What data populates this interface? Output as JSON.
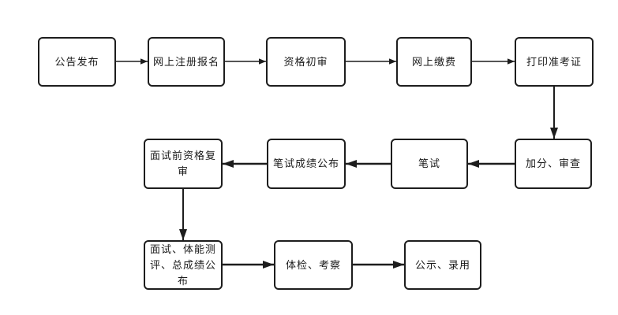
{
  "colors": {
    "background": "#ffffff",
    "line": "#1d1d1d",
    "text": "#1a1a1a",
    "node_fill": "#ffffff"
  },
  "flowchart": {
    "title": "",
    "nodes": [
      {
        "id": "announcement",
        "label": "公告发布"
      },
      {
        "id": "online-registration",
        "label": "网上注册报名"
      },
      {
        "id": "initial-review",
        "label": "资格初审"
      },
      {
        "id": "online-payment",
        "label": "网上缴费"
      },
      {
        "id": "print-ticket",
        "label": "打印准考证"
      },
      {
        "id": "bonus-review",
        "label": "加分、审查"
      },
      {
        "id": "written-exam",
        "label": "笔试"
      },
      {
        "id": "written-results",
        "label": "笔试成绩公布"
      },
      {
        "id": "pre-interview-recheck",
        "label": "面试前资格复审"
      },
      {
        "id": "interview-fitness-total-score",
        "label": "面试、体能测评、总成绩公布"
      },
      {
        "id": "physical-inspection",
        "label": "体检、考察"
      },
      {
        "id": "publicity-employment",
        "label": "公示、录用"
      }
    ],
    "edges": [
      {
        "from": "announcement",
        "to": "online-registration",
        "direction": "right"
      },
      {
        "from": "online-registration",
        "to": "initial-review",
        "direction": "right"
      },
      {
        "from": "initial-review",
        "to": "online-payment",
        "direction": "right"
      },
      {
        "from": "online-payment",
        "to": "print-ticket",
        "direction": "right"
      },
      {
        "from": "print-ticket",
        "to": "bonus-review",
        "direction": "down"
      },
      {
        "from": "bonus-review",
        "to": "written-exam",
        "direction": "left"
      },
      {
        "from": "written-exam",
        "to": "written-results",
        "direction": "left"
      },
      {
        "from": "written-results",
        "to": "pre-interview-recheck",
        "direction": "left"
      },
      {
        "from": "pre-interview-recheck",
        "to": "interview-fitness-total-score",
        "direction": "down"
      },
      {
        "from": "interview-fitness-total-score",
        "to": "physical-inspection",
        "direction": "right"
      },
      {
        "from": "physical-inspection",
        "to": "publicity-employment",
        "direction": "right"
      }
    ]
  }
}
